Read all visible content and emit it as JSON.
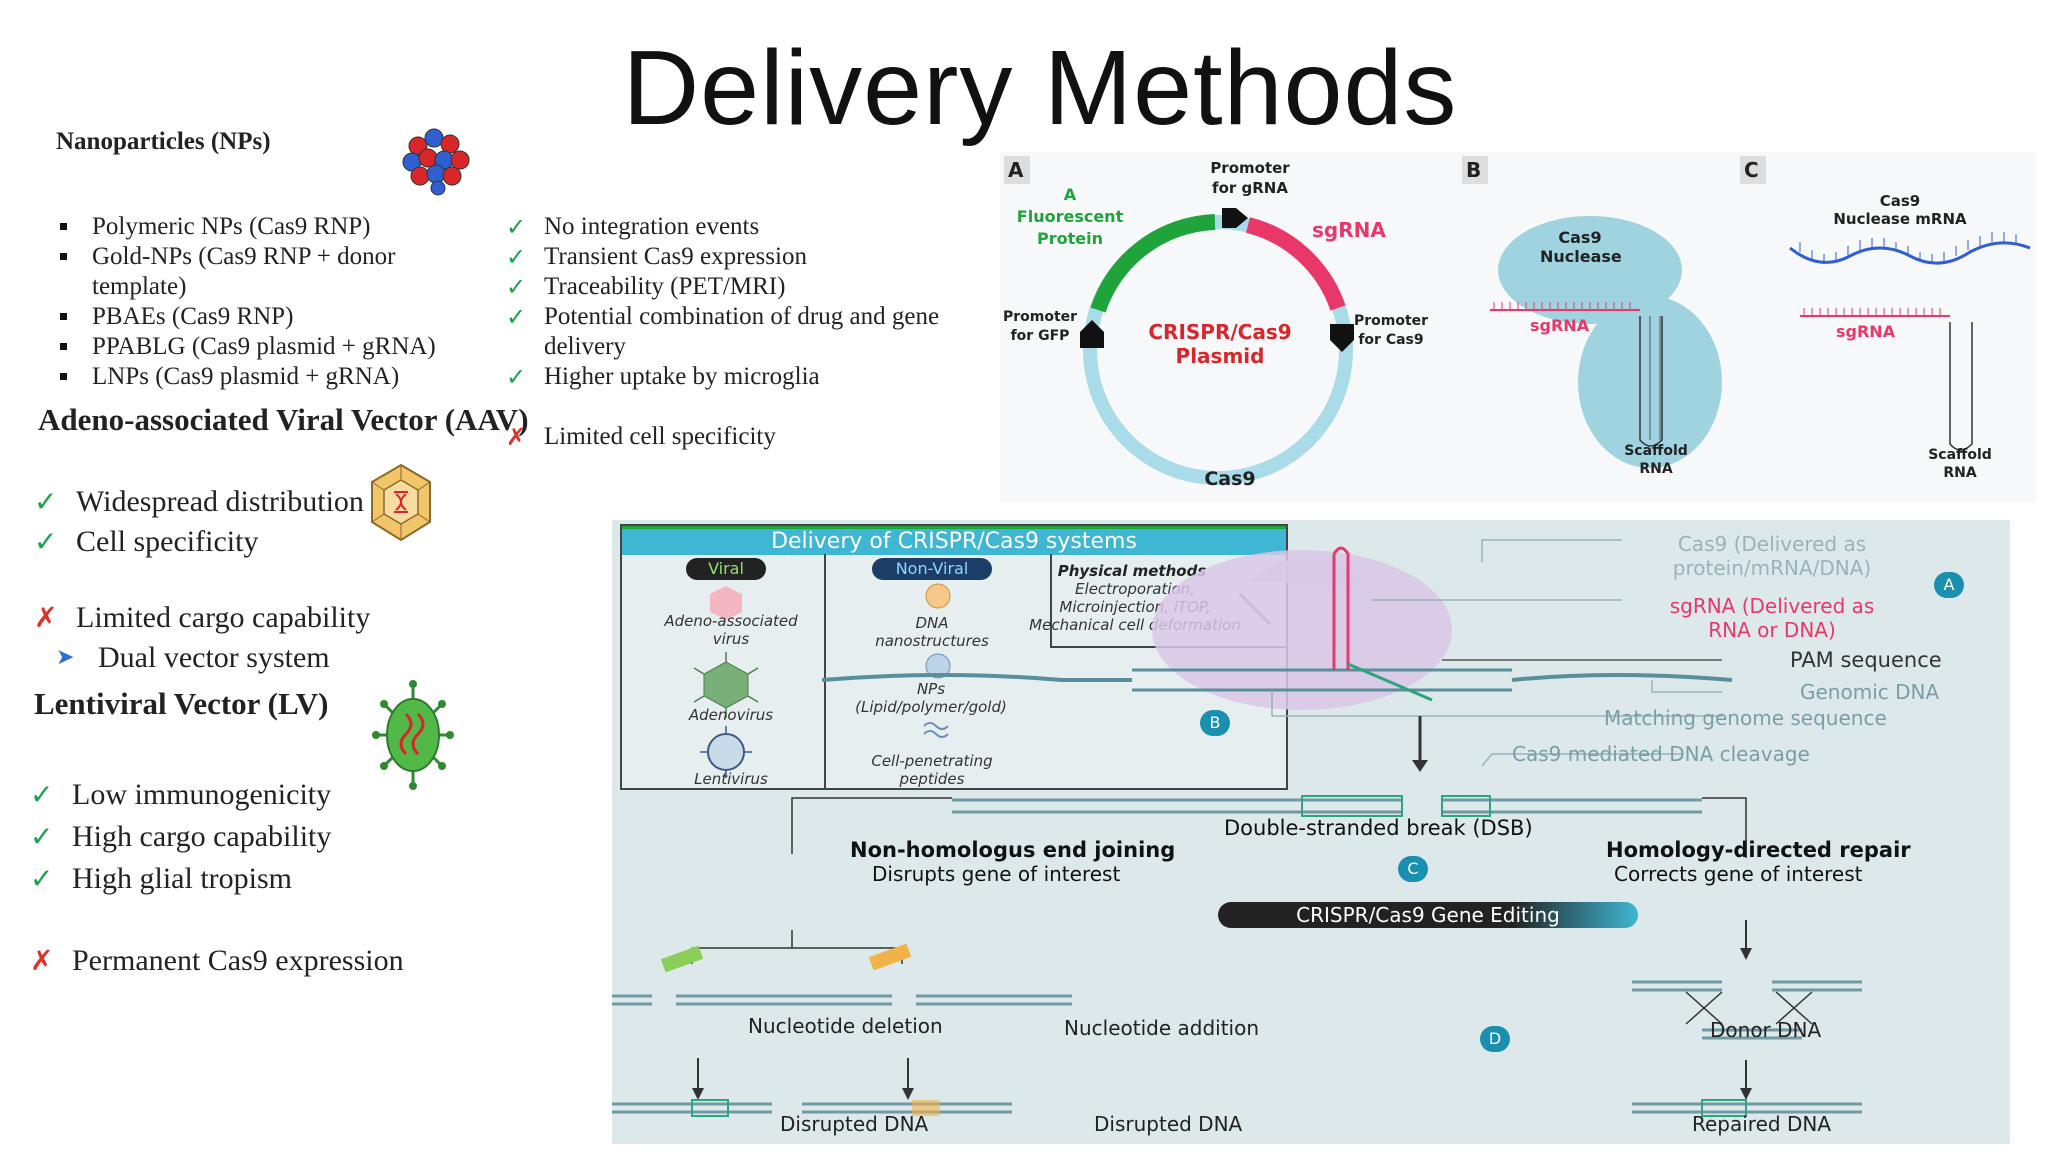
{
  "slide": {
    "title": "Delivery Methods"
  },
  "left": {
    "nanoparticles": {
      "heading": "Nanoparticles (NPs)",
      "items": [
        "Polymeric NPs (Cas9 RNP)",
        "Gold-NPs (Cas9 RNP + donor",
        "template)",
        "PBAEs (Cas9 RNP)",
        "PPABLG (Cas9 plasmid + gRNA)",
        "LNPs (Cas9 plasmid + gRNA)"
      ],
      "pros": [
        "No integration events",
        "Transient Cas9 expression",
        "Traceability (PET/MRI)",
        "Potential combination of drug and gene",
        "delivery",
        "Higher uptake by microglia"
      ],
      "cons": [
        "Limited cell specificity"
      ]
    },
    "aav": {
      "heading": "Adeno-associated Viral Vector (AAV)",
      "pros": [
        "Widespread distribution",
        "Cell specificity"
      ],
      "cons": [
        "Limited cargo capability"
      ],
      "sub": [
        "Dual vector system"
      ]
    },
    "lv": {
      "heading": "Lentiviral Vector (LV)",
      "pros": [
        "Low immunogenicity",
        "High cargo capability",
        "High glial tropism"
      ],
      "cons": [
        "Permanent Cas9 expression"
      ]
    },
    "marks": {
      "check": "✓",
      "cross": "✗",
      "arrow": "➤"
    }
  },
  "plasmid": {
    "panel_labels": [
      "A",
      "B",
      "C"
    ],
    "fluorescent": [
      "A",
      "Fluorescent",
      "Protein"
    ],
    "promoter_grna": [
      "Promoter",
      "for gRNA"
    ],
    "sgrna": "sgRNA",
    "promoter_gfp": [
      "Promoter",
      "for GFP"
    ],
    "center": [
      "CRISPR/Cas9",
      "Plasmid"
    ],
    "promoter_cas9": [
      "Promoter",
      "for Cas9"
    ],
    "cas9": "Cas9",
    "b_nuclease": [
      "Cas9",
      "Nuclease"
    ],
    "b_sgrna": "sgRNA",
    "b_scaffold": [
      "Scaffold",
      "RNA"
    ],
    "c_mrna": [
      "Cas9",
      "Nuclease mRNA"
    ],
    "c_sgrna": "sgRNA",
    "c_scaffold": [
      "Scaffold",
      "RNA"
    ]
  },
  "diagram": {
    "box_title": "Delivery of CRISPR/Cas9 systems",
    "viral_tag": "Viral",
    "nonviral_tag": "Non-Viral",
    "viral_items": [
      "Adeno-associated",
      "virus",
      "Adenovirus",
      "Lentivirus"
    ],
    "physical_title": "Physical methods",
    "physical_lines": [
      "Electroporation,",
      "Microinjection, iTOP,",
      "Mechanical cell deformation"
    ],
    "nonviral_items": [
      "DNA",
      "nanostructures",
      "NPs",
      "(Lipid/polymer/gold)",
      "Cell-penetrating",
      "peptides"
    ],
    "callouts": {
      "cas9": [
        "Cas9 (Delivered as",
        "protein/mRNA/DNA)"
      ],
      "sgrna": [
        "sgRNA (Delivered as",
        "RNA or DNA)"
      ],
      "pam": "PAM sequence",
      "genomic": "Genomic DNA",
      "matching": "Matching genome sequence",
      "cleavage": "Cas9 mediated DNA cleavage"
    },
    "circles": [
      "A",
      "B",
      "C",
      "D"
    ],
    "dsb": "Double-stranded break (DSB)",
    "nhej_title": "Non-homologus end joining",
    "nhej_sub": "Disrupts gene of interest",
    "hdr_title": "Homology-directed repair",
    "hdr_sub": "Corrects gene of interest",
    "banner": "CRISPR/Cas9 Gene Editing",
    "deletion": "Nucleotide deletion",
    "addition": "Nucleotide addition",
    "donor": "Donor DNA",
    "disrupted1": "Disrupted DNA",
    "disrupted2": "Disrupted DNA",
    "repaired": "Repaired DNA"
  },
  "colors": {
    "check": "#1aa34a",
    "cross": "#e0302a",
    "arrow": "#2b6fd6",
    "plasmid_green": "#1fa33b",
    "plasmid_pink": "#e8386a",
    "plasmid_blue": "#a9dbe8",
    "diagram_bg": "#dde8ea",
    "box_header": "#3fb6d3",
    "teal": "#1b8fb0"
  }
}
